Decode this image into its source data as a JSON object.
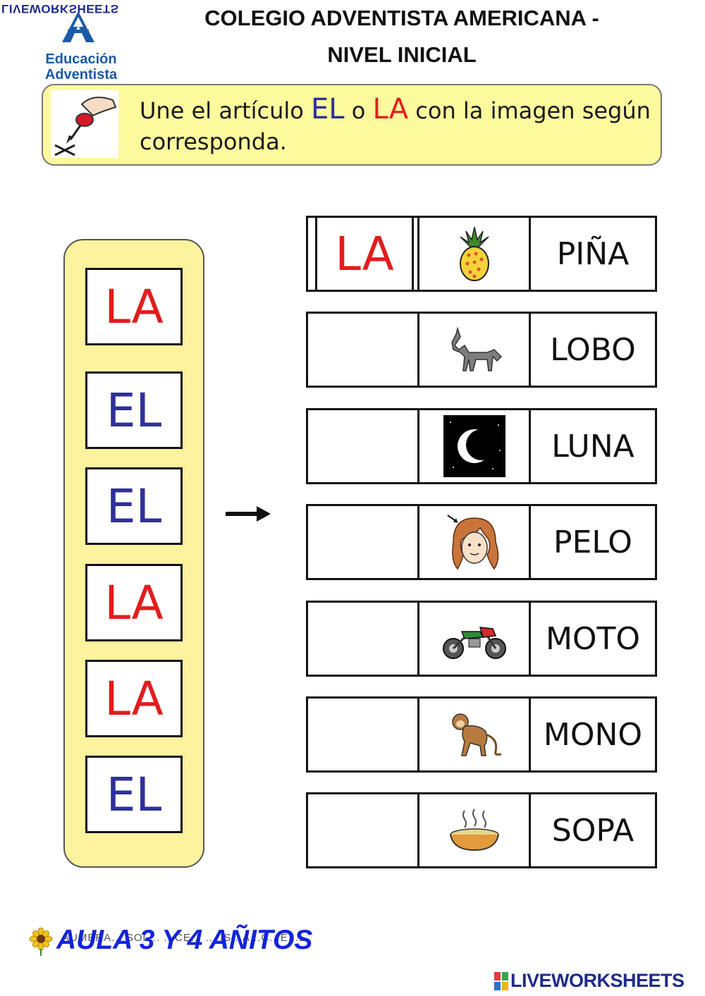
{
  "watermark_top": "LIVEWORKSHEETS",
  "logo": {
    "line1": "Educación",
    "line2": "Adventista"
  },
  "header": {
    "title_line1": "COLEGIO ADVENTISTA AMERICANA -",
    "title_line2": "NIVEL INICIAL"
  },
  "instruction": {
    "icon": "drag-and-drop-icon",
    "part1": "Une el artículo",
    "kw1": "EL",
    "part2": "o",
    "kw2": "LA",
    "part3": "con la imagen según corresponda."
  },
  "tiles": [
    "LA",
    "EL",
    "EL",
    "LA",
    "LA",
    "EL"
  ],
  "arrow_icon": "right-arrow-icon",
  "rows": [
    {
      "placed": "LA",
      "image": "pineapple-icon",
      "word": "PIÑA"
    },
    {
      "placed": "",
      "image": "wolf-icon",
      "word": "LOBO"
    },
    {
      "placed": "",
      "image": "moon-icon",
      "word": "LUNA"
    },
    {
      "placed": "",
      "image": "hair-icon",
      "word": "PELO"
    },
    {
      "placed": "",
      "image": "motorcycle-icon",
      "word": "MOTO"
    },
    {
      "placed": "",
      "image": "monkey-icon",
      "word": "MONO"
    },
    {
      "placed": "",
      "image": "soup-icon",
      "word": "SOPA"
    }
  ],
  "footer": {
    "under_text": "AUMERA... SOL... ...CE... ... IS...A...C...E...L",
    "text": "AULA 3 Y 4 AÑITOS",
    "brand": "LIVEWORKSHEETS"
  },
  "colors": {
    "red": "#e11d1d",
    "blue": "#2e2f9c",
    "yellow": "#fdf39e",
    "footer_blue": "#1224d9"
  }
}
